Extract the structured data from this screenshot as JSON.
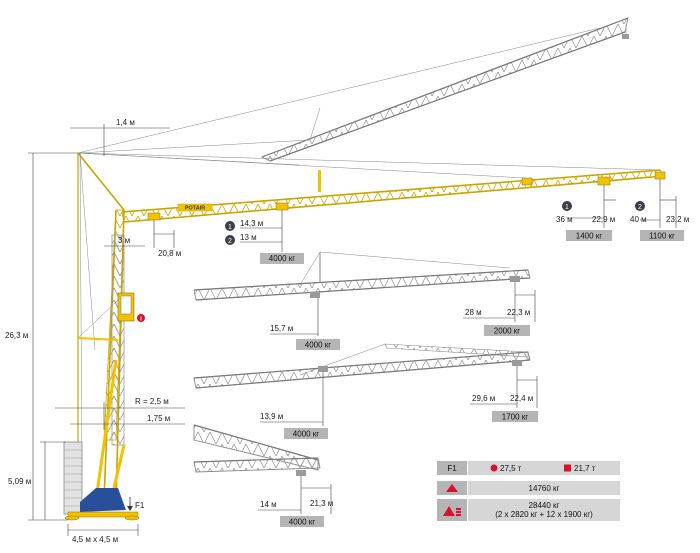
{
  "brand": "POTAIR",
  "dims": {
    "top_offset": "1,4 м",
    "height_total": "26,3 м",
    "arm_offset": "3 м",
    "tail_hook_height": "20,8 м",
    "radius": "R = 2,5 м",
    "tail_radius": "1,75 м",
    "base_height": "5,09 м",
    "base_size": "4,5 м x 4,5 м",
    "force_label": "F1"
  },
  "config_badges": [
    "1",
    "2"
  ],
  "main_jib": {
    "inner_points": [
      {
        "badge": "1",
        "dist": "14,3 м"
      },
      {
        "badge": "2",
        "dist": "13 м"
      }
    ],
    "inner_load": "4000 кг",
    "tip1": {
      "badge": "1",
      "dist": "36 м",
      "height": "22,9 м",
      "load": "1400 кг"
    },
    "tip2": {
      "badge": "2",
      "dist": "40 м",
      "height": "23,2 м",
      "load": "1100 кг"
    }
  },
  "configs": [
    {
      "inner_dist": "15,7 м",
      "inner_load": "4000 кг",
      "tip_dist": "28 м",
      "tip_height": "22,3 м",
      "tip_load": "2000 кг"
    },
    {
      "inner_dist": "13,9 м",
      "inner_load": "4000 кг",
      "tip_dist": "29,6 м",
      "tip_height": "22,4 м",
      "tip_load": "1700 кг"
    },
    {
      "inner_dist": "14 м",
      "inner_height": "21,3 м",
      "inner_load": "4000 кг"
    }
  ],
  "table": {
    "row1_label": "F1",
    "row1_val1": "27,5 т",
    "row1_val2": "21,7 т",
    "row2_val": "14760 кг",
    "row3_val1": "28440 кг",
    "row3_val2": "(2 x 2820 кг + 12 x 1900 кг)"
  },
  "colors": {
    "crane": "#f2c200",
    "crane_dark": "#c9a500",
    "lattice_grey": "#8a8a8a",
    "badge": "#3a3f46",
    "load_box": "#b5b5b5",
    "accent_red": "#d8112f",
    "base_blue": "#2a4f9a"
  }
}
